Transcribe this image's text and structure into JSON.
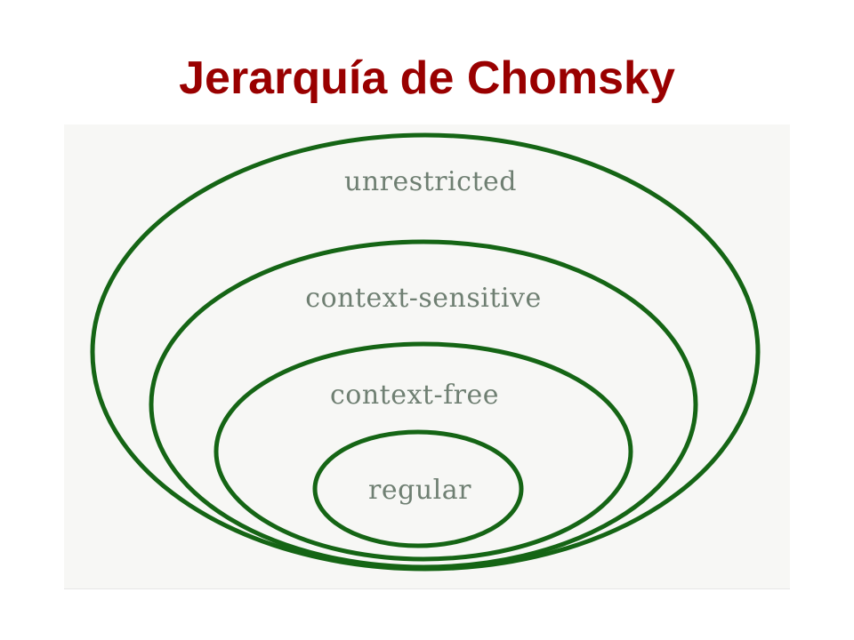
{
  "title": "Jerarquía de Chomsky",
  "colors": {
    "title": "#990000",
    "ellipse_stroke": "#156515",
    "label_text": "#6f7f72",
    "panel_background": "#f7f7f5"
  },
  "sets": [
    {
      "label": "unrestricted"
    },
    {
      "label": "context-sensitive"
    },
    {
      "label": "context-free"
    },
    {
      "label": "regular"
    }
  ]
}
